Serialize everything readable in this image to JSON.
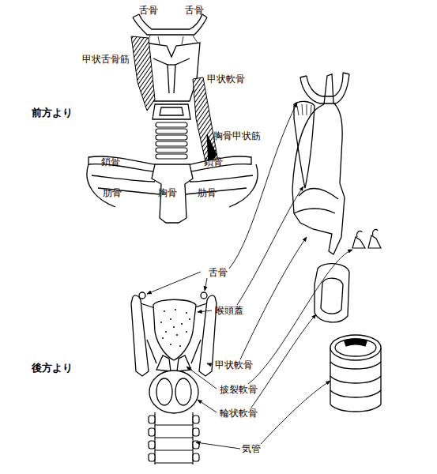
{
  "diagram": {
    "labels": [
      "舌骨",
      "舌骨",
      "甲状舌骨筋",
      "甲状軟骨",
      "前方より",
      "胸骨甲状筋",
      "鎖骨",
      "鎖骨",
      "肋骨",
      "胸骨",
      "肋骨",
      "舌骨",
      "喉頭蓋",
      "後方より",
      "甲状軟骨",
      "披裂軟骨",
      "輪状軟骨",
      "気管"
    ]
  }
}
